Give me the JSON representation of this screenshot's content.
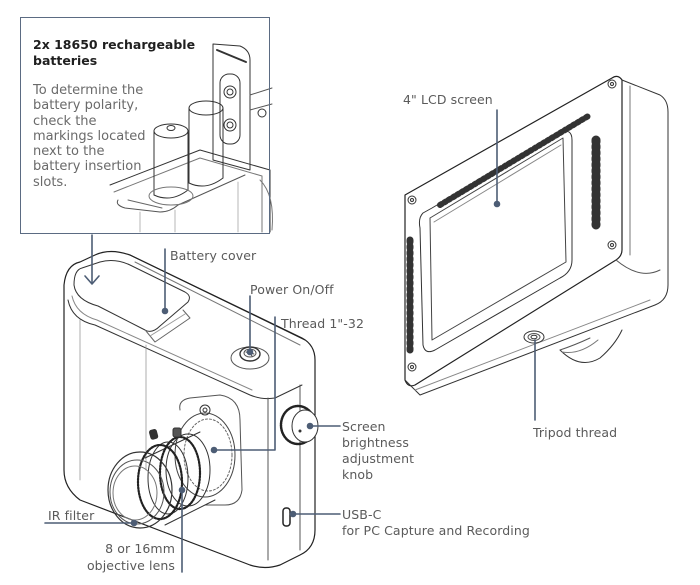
{
  "diagram": {
    "title": "Thermal/IR camera component overview",
    "colors": {
      "leader_line": "#4d5d75",
      "inset_border": "#5b6b82",
      "label_text": "#5a5a5a",
      "line_art": "#333333"
    },
    "inset": {
      "title": "2x 18650 rechargeable batteries",
      "body": "To determine the battery polarity, check the markings located next to the battery insertion slots."
    },
    "callouts": {
      "battery_cover": "Battery cover",
      "power": "Power On/Off",
      "thread": "Thread 1\"-32",
      "knob": "Screen brightness adjustment knob",
      "usb": "USB-C",
      "usb_sub": "for PC Capture and Recording",
      "ir_filter": "IR filter",
      "lens_line1": "8 or 16mm",
      "lens_line2": "objective lens",
      "lcd": "4\" LCD screen",
      "tripod": "Tripod thread"
    },
    "knob_lines": [
      "Screen",
      "brightness",
      "adjustment",
      "knob"
    ]
  }
}
